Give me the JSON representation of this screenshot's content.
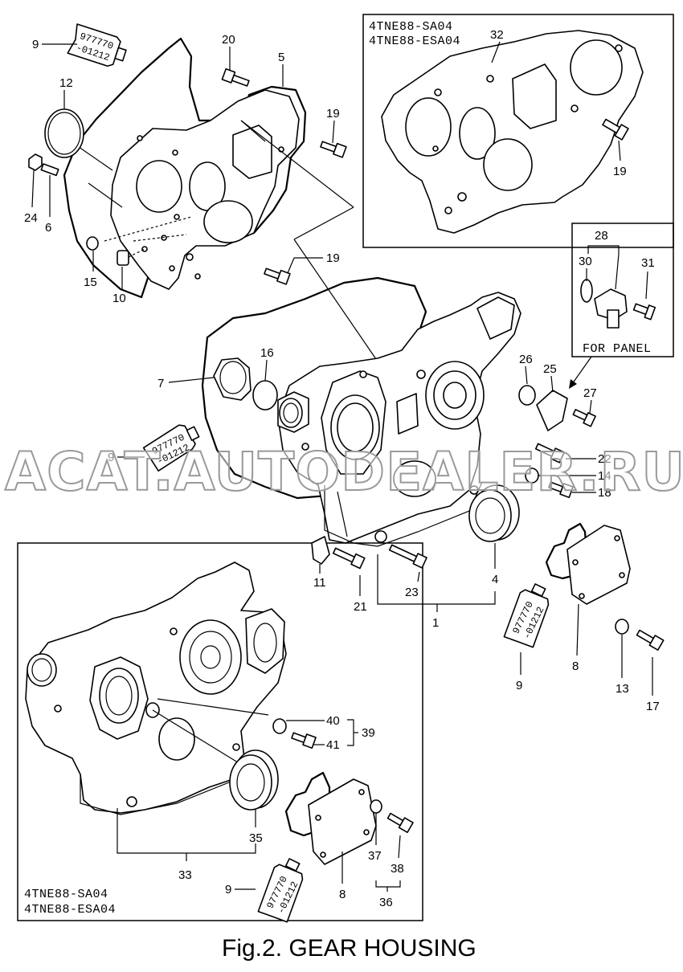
{
  "caption": "Fig.2.  GEAR HOUSING",
  "watermark": "ACAT.AUTODEALER.RU",
  "sealant_tube_text": [
    "977770",
    "-01212"
  ],
  "inset_top_right": {
    "lines": [
      "4TNE88-SA04",
      "4TNE88-ESA04"
    ]
  },
  "inset_bottom_left": {
    "lines": [
      "4TNE88-SA04",
      "4TNE88-ESA04"
    ]
  },
  "inset_panel": {
    "text": "FOR PANEL"
  },
  "callouts": {
    "c1": "1",
    "c4": "4",
    "c5": "5",
    "c6": "6",
    "c7": "7",
    "c8a": "8",
    "c8b": "8",
    "c9a": "9",
    "c9b": "9",
    "c9c": "9",
    "c9d": "9",
    "c10": "10",
    "c11": "11",
    "c12": "12",
    "c13": "13",
    "c14": "14",
    "c15": "15",
    "c16": "16",
    "c17": "17",
    "c18": "18",
    "c19a": "19",
    "c19b": "19",
    "c19c": "19",
    "c20": "20",
    "c21": "21",
    "c22": "22",
    "c23": "23",
    "c24": "24",
    "c25": "25",
    "c26": "26",
    "c27": "27",
    "c28": "28",
    "c30": "30",
    "c31": "31",
    "c32": "32",
    "c33": "33",
    "c35": "35",
    "c36": "36",
    "c37": "37",
    "c38": "38",
    "c39": "39",
    "c40": "40",
    "c41": "41"
  }
}
